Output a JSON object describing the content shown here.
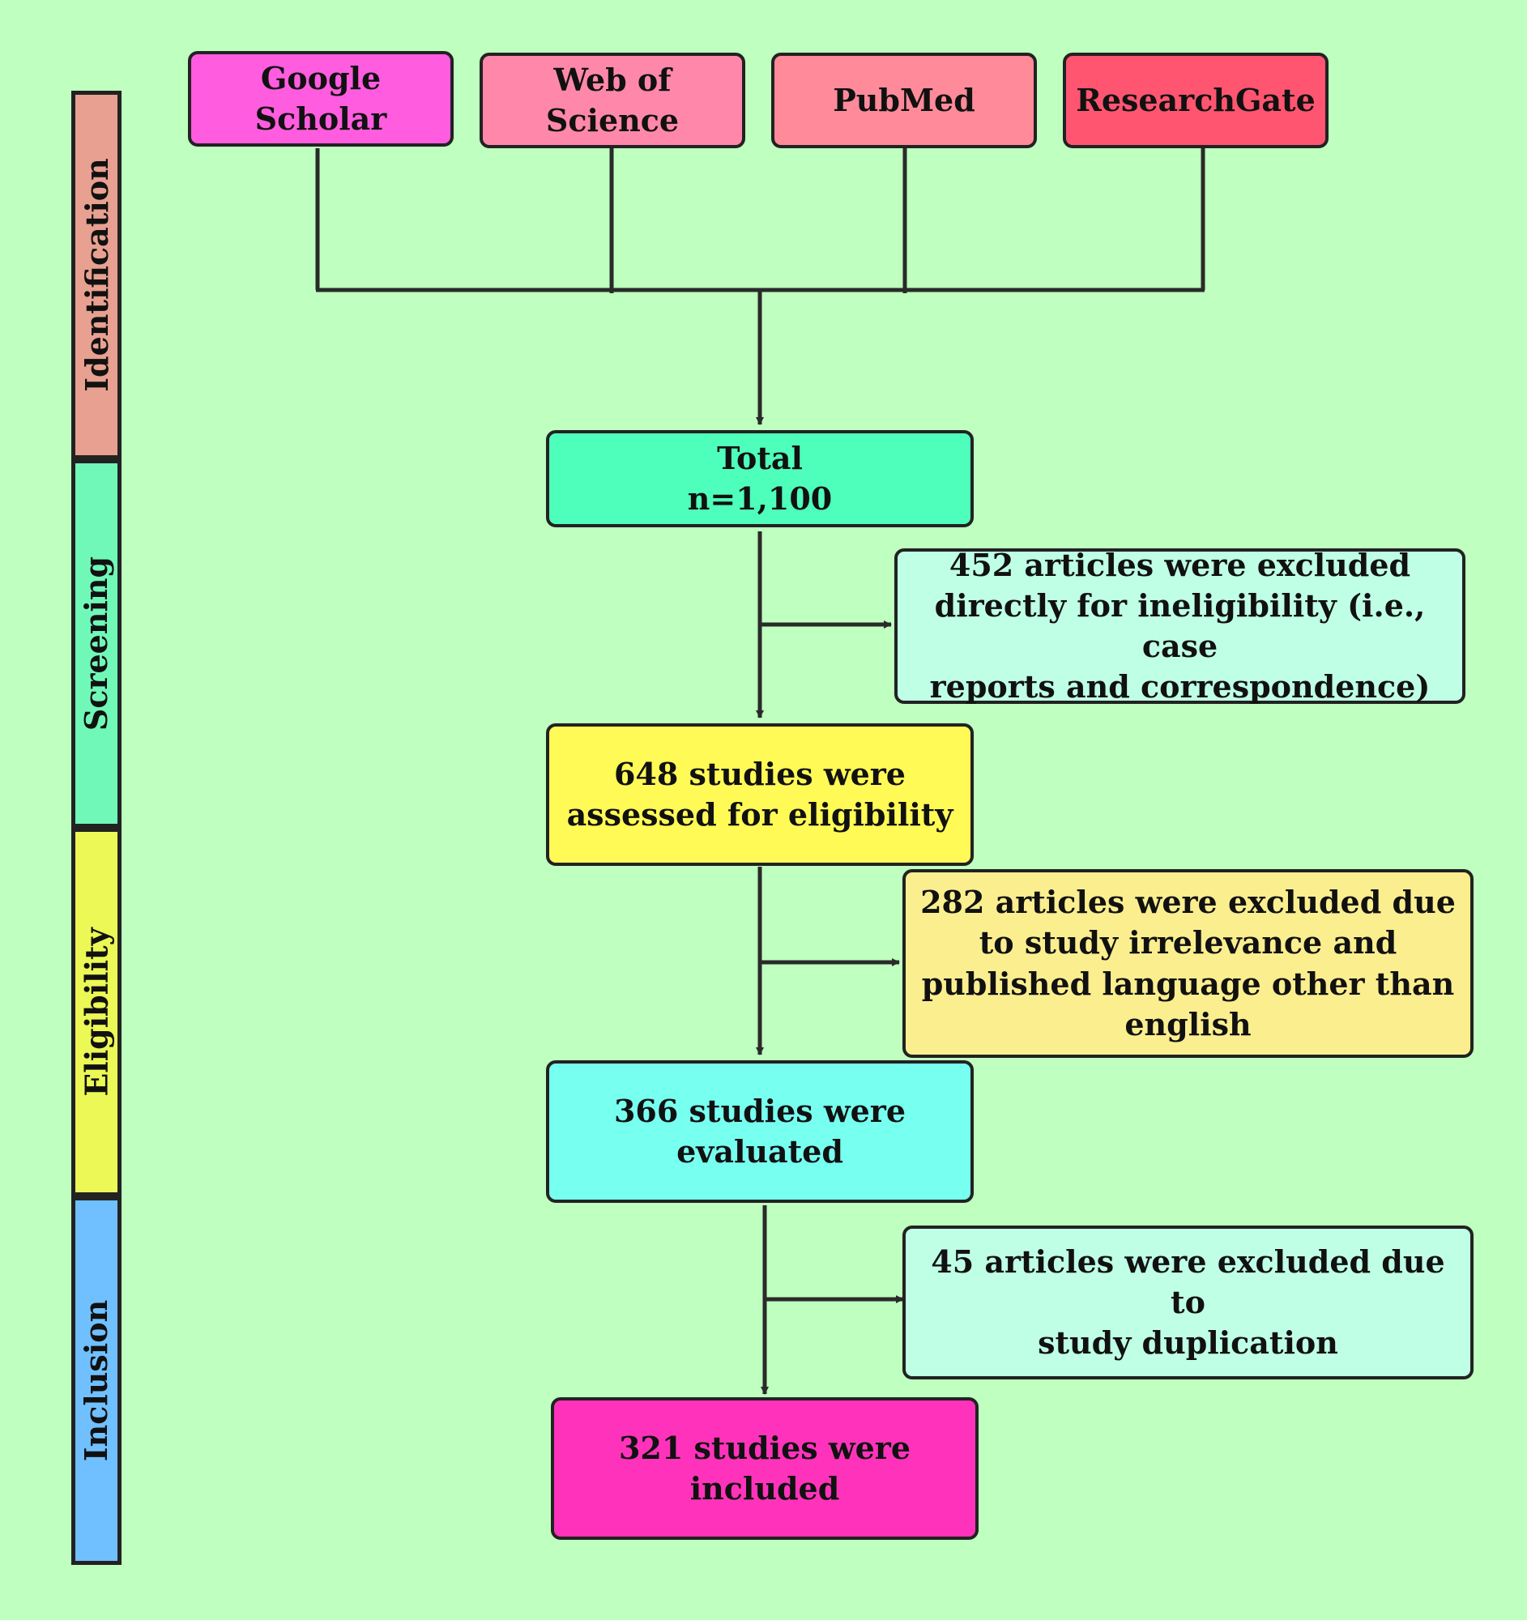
{
  "stages": [
    {
      "label": "Identification",
      "color": "#e8a090"
    },
    {
      "label": "Screening",
      "color": "#70f8b8"
    },
    {
      "label": "Eligibility",
      "color": "#ecf855"
    },
    {
      "label": "Inclusion",
      "color": "#70c0ff"
    }
  ],
  "sources": [
    {
      "label": "Google Scholar",
      "color": "#ff5ce0"
    },
    {
      "label": "Web of Science",
      "color": "#ff88aa"
    },
    {
      "label": "PubMed",
      "color": "#ff8a9a"
    },
    {
      "label": "ResearchGate",
      "color": "#ff5570"
    }
  ],
  "flow": {
    "total": {
      "text": "Total\nn=1,100",
      "color": "#4dffbb"
    },
    "assessed": {
      "text": "648 studies were\nassessed for eligibility",
      "color": "#fffa55"
    },
    "evaluated": {
      "text": "366 studies were\nevaluated",
      "color": "#77fff0"
    },
    "included": {
      "text": "321 studies were\nincluded",
      "color": "#ff33bb"
    }
  },
  "exclusions": {
    "ineligible": {
      "text": "452 articles were excluded\ndirectly for ineligibility (i.e., case\nreports and correspondence)",
      "color": "#bfffe6"
    },
    "irrelevant": {
      "text": "282 articles were excluded due\nto study irrelevance and\npublished language other than\nenglish",
      "color": "#fbee8f"
    },
    "duplicates": {
      "text": "45 articles were excluded due to\nstudy duplication",
      "color": "#bfffe6"
    }
  },
  "colors": {
    "background": "#bfffbf",
    "line": "#2a2a2a"
  }
}
